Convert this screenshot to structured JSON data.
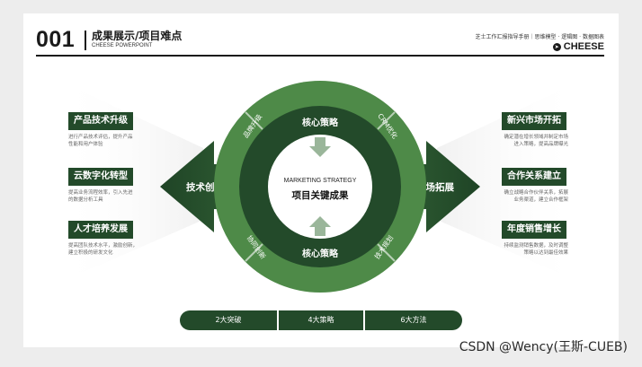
{
  "header": {
    "number": "001",
    "title": "成果展示/项目难点",
    "subtitle": "CHEESE POWERPOINT",
    "right_text": "芝士工作汇报指导手册｜思维模型 · 逻辑图 · 数据图表",
    "brand": "CHEESE",
    "brand_icon": "arrow-circle-icon"
  },
  "center": {
    "eyebrow": "MARKETING STRATEGY",
    "title": "项目关键成果",
    "top_label": "核心策略",
    "bottom_label": "核心策略",
    "ring_labels": [
      "品牌升级",
      "CRM优化",
      "协同创新",
      "技术规划"
    ]
  },
  "arrows": {
    "left_label": "技术创新",
    "right_label": "市场拓展"
  },
  "left_items": [
    {
      "title": "产品技术升级",
      "desc": [
        "进行产品技术评估，提升产品",
        "性能和用户体验"
      ]
    },
    {
      "title": "云数字化转型",
      "desc": [
        "提高业务流程效率，引入先进",
        "的数据分析工具"
      ]
    },
    {
      "title": "人才培养发展",
      "desc": [
        "提高团队技术水平，激励创新，",
        "建立积极的研发文化"
      ]
    }
  ],
  "right_items": [
    {
      "title": "新兴市场开拓",
      "desc": [
        "确定潜在增长领域并制定市场",
        "进入策略，提高品牌曝光"
      ]
    },
    {
      "title": "合作关系建立",
      "desc": [
        "确立战略合作伙伴关系，拓展",
        "业务渠道，建立合作框架"
      ]
    },
    {
      "title": "年度销售增长",
      "desc": [
        "持续监测销售数据，及时调整",
        "策略以达到最佳效果"
      ]
    }
  ],
  "bottom_pills": [
    "2大突破",
    "4大策略",
    "6大方法"
  ],
  "watermark": "CSDN @Wency(王斯-CUEB)",
  "colors": {
    "dark_green": "#234a2a",
    "mid_green": "#3f7a3c",
    "ring_green": "#4e8a48"
  }
}
